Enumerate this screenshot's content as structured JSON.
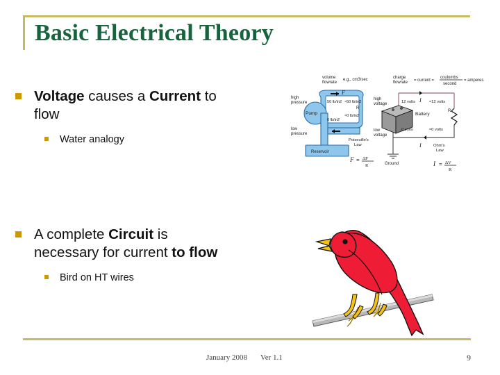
{
  "slide": {
    "title": "Basic Electrical Theory",
    "accent_gold": "#c8b964",
    "bullet_gold": "#cc9900",
    "title_green": "#17633d"
  },
  "content": {
    "groups": [
      {
        "id": "voltage-current",
        "lead_bold": "Voltage",
        "mid_text": " causes a ",
        "second_bold": "Current",
        "tail_text": " to flow",
        "sub_bullet": "Water analogy"
      },
      {
        "id": "complete-circuit",
        "lead_text": "A complete ",
        "lead_bold": "Circuit",
        "mid_text": " is necessary for current ",
        "tail_bold": "to flow",
        "sub_bullet": "Bird on HT wires"
      }
    ]
  },
  "figures": {
    "water_electric_analogy": {
      "name": "water-flow-vs-electric-circuit-analogy",
      "water": {
        "heading_line1": "volume",
        "heading_line2": "flowrate",
        "units": "e.g., cm3/sec",
        "high_label_line1": "high",
        "high_label_line2": "pressure",
        "low_label_line1": "low",
        "low_label_line2": "pressure",
        "pump": "Pump",
        "reservoir": "Reservoir",
        "flow_symbol": "F",
        "p_top_left": "50 lb/in2",
        "p_top_right": "≈50 lb/in2",
        "p_bottom_left": "0 lb/in2",
        "p_bottom_right": "≈0 lb/in2",
        "resistor": "R",
        "law_line1": "Poiseuille's",
        "law_line2": "Law",
        "equation_lhs": "F",
        "equation_eq": "=",
        "equation_num": "ΔP",
        "equation_den": "R"
      },
      "electric": {
        "heading_line1": "charge",
        "heading_line2": "flowrate",
        "eq_text": "= current =",
        "frac_num": "coulombs",
        "frac_den": "second",
        "eq_tail": "= amperes",
        "high_label_line1": "high",
        "high_label_line2": "voltage",
        "low_label_line1": "low",
        "low_label_line2": "voltage",
        "battery": "Battery",
        "ground": "Ground",
        "current_symbol": "I",
        "v_top_left": "12 volts",
        "v_top_right": "≈12 volts",
        "v_bottom_left": "0 volts",
        "v_bottom_right": "≈0 volts",
        "resistor": "R",
        "law_line1": "Ohm's",
        "law_line2": "Law",
        "equation_lhs": "I",
        "equation_eq": "=",
        "equation_num": "ΔV",
        "equation_den": "R"
      },
      "colors": {
        "water_fill": "#8ec6ec",
        "water_stroke": "#2b6ea8",
        "battery_fill": "#9a9a9a",
        "wire": "#555555",
        "top_wire": "#9b6b78"
      }
    },
    "bird_on_wire": {
      "name": "red-bird-perched-on-wire",
      "colors": {
        "body": "#ee1c34",
        "beak": "#f5c215",
        "feet": "#f5c215",
        "wire": "#b4b4b4",
        "outline": "#000000"
      }
    }
  },
  "footer": {
    "date": "January 2008",
    "version": "Ver 1.1",
    "page_number": "9"
  }
}
